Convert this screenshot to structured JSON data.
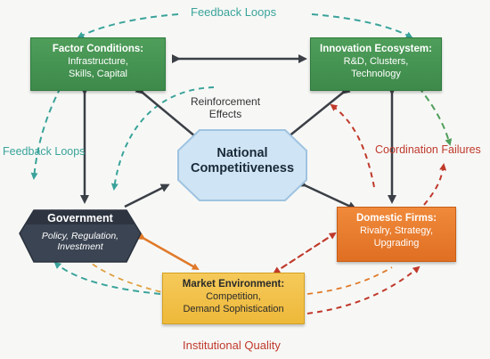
{
  "labels": {
    "feedback_top": "Feedback Loops",
    "feedback_left": "Feedback Loops",
    "reinforcement": "Reinforcement\nEffects",
    "coordination": "Coordination Failures",
    "institutional": "Institutional Quality"
  },
  "nodes": {
    "factor": {
      "title": "Factor Conditions:",
      "desc": "Infrastructure,\nSkills, Capital"
    },
    "innovation": {
      "title": "Innovation Ecosystem:",
      "desc": "R&D, Clusters,\nTechnology"
    },
    "national": {
      "title": "National\nCompetitiveness"
    },
    "government": {
      "title": "Government",
      "desc": "Policy, Regulation,\nInvestment"
    },
    "firms": {
      "title": "Domestic Firms:",
      "desc": "Rivalry, Strategy,\nUpgrading"
    },
    "market": {
      "title": "Market Environment:",
      "desc": "Competition,\nDemand Sophistication"
    }
  },
  "colors": {
    "green": "#3d8a4b",
    "teal": "#3aa39a",
    "orange": "#e06f23",
    "yellow": "#eeb93a",
    "red": "#c0392b",
    "dark_arrow": "#3b3f46",
    "hex_fill": "#cfe4f4",
    "gov_fill": "#3b4452"
  }
}
